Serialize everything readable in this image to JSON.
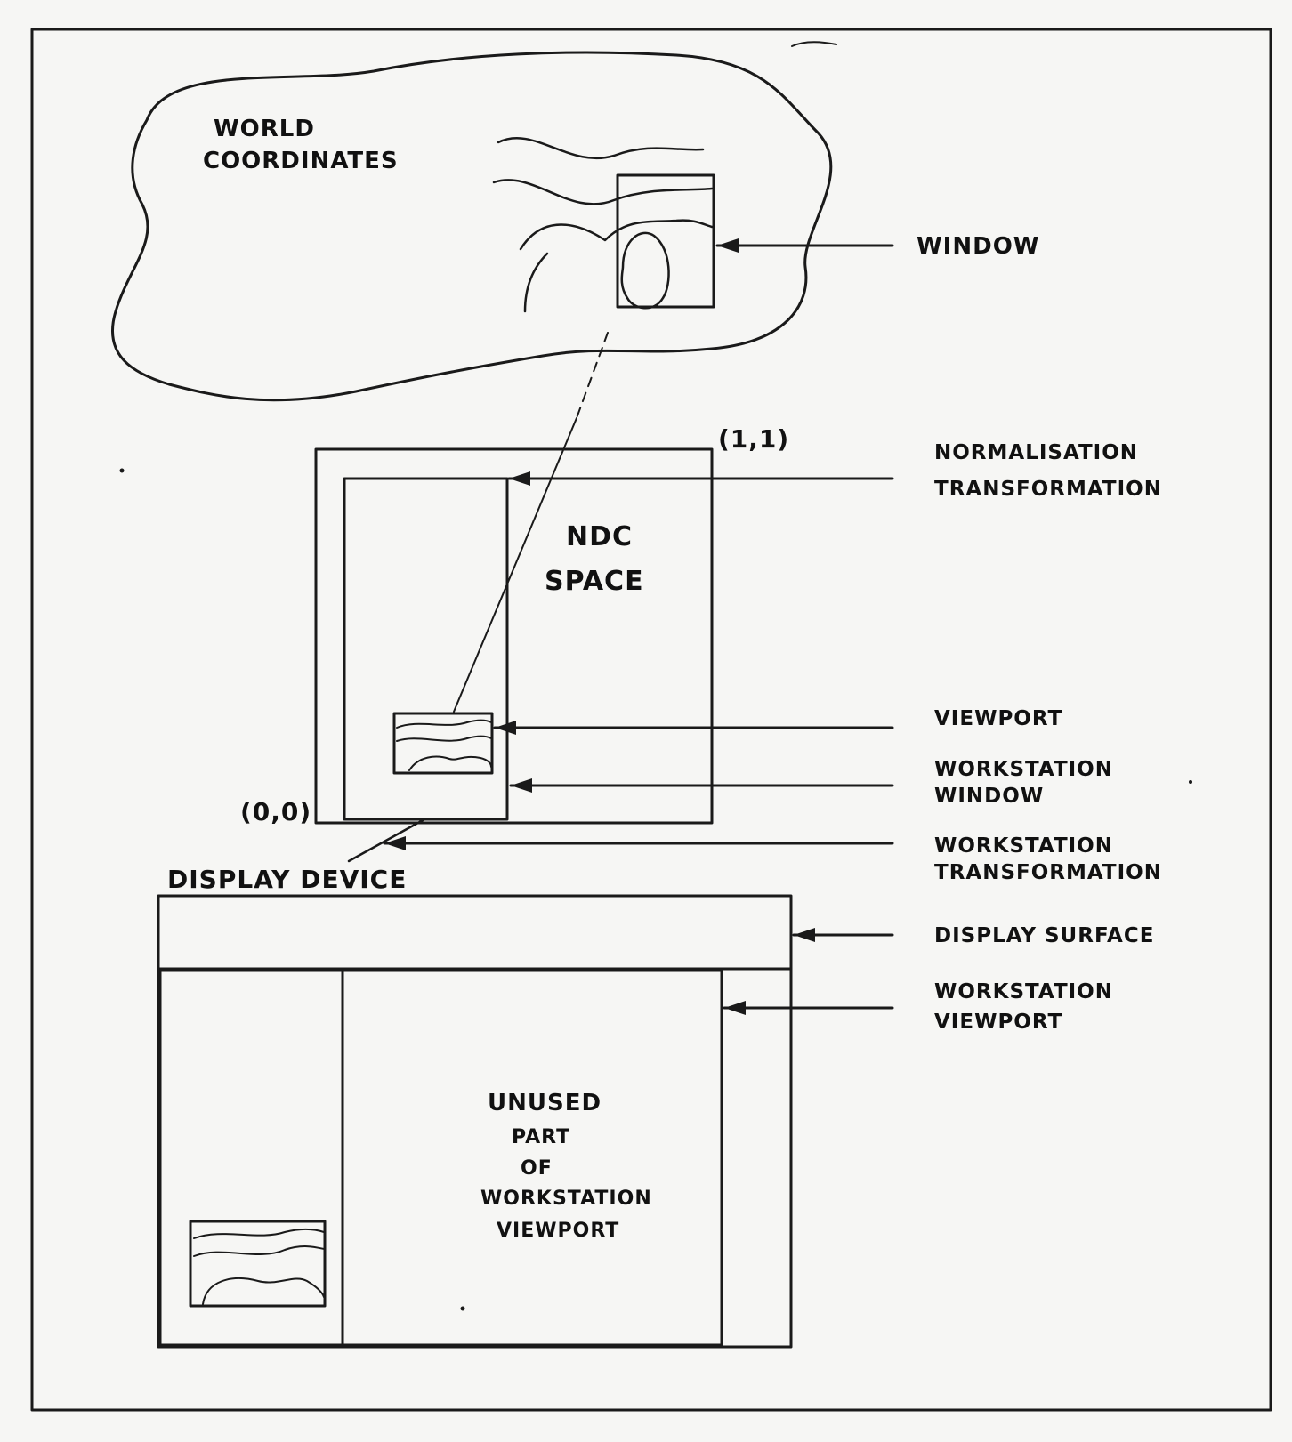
{
  "diagram": {
    "labels": {
      "world_coordinates": [
        "WORLD",
        "COORDINATES"
      ],
      "window": "WINDOW",
      "point_one_one": "(1,1)",
      "normalisation_transformation": [
        "NORMALISATION",
        "TRANSFORMATION"
      ],
      "ndc_space": [
        "NDC",
        "SPACE"
      ],
      "viewport": "VIEWPORT",
      "workstation_window": [
        "WORKSTATION",
        "WINDOW"
      ],
      "point_zero_zero": "(0,0)",
      "workstation_transformation": [
        "WORKSTATION",
        "TRANSFORMATION"
      ],
      "display_device": "DISPLAY DEVICE",
      "display_surface": "DISPLAY SURFACE",
      "workstation_viewport": [
        "WORKSTATION",
        "VIEWPORT"
      ],
      "unused_part": [
        "UNUSED",
        "PART",
        "OF",
        "WORKSTATION",
        "VIEWPORT"
      ]
    },
    "colors": {
      "ink": "#1a1a1a",
      "paper": "#f6f6f4",
      "ghost_text": "#c2c2c2"
    }
  }
}
